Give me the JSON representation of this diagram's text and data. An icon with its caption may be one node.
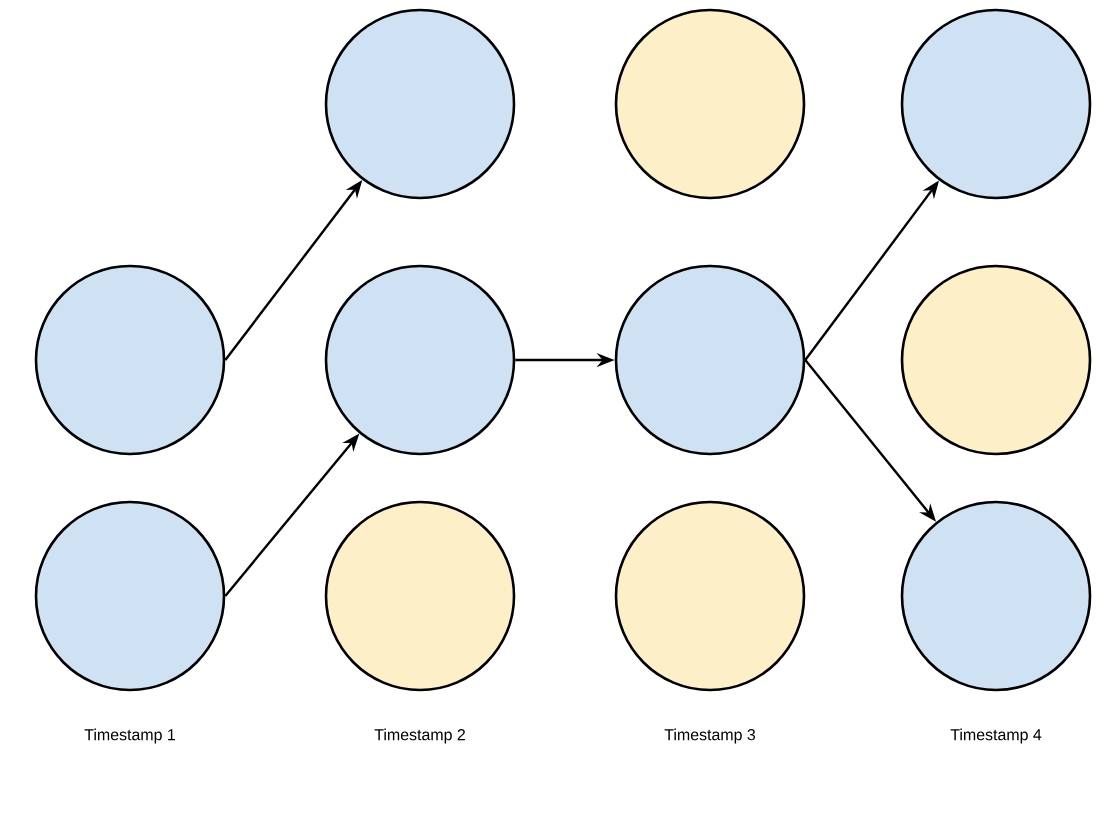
{
  "diagram": {
    "nodes": [
      {
        "text": [],
        "shape": "circle"
      },
      {
        "text": [],
        "shape": "circle"
      },
      {
        "text": [],
        "shape": "circle"
      },
      {
        "text": [],
        "shape": "circle"
      },
      {
        "text": [],
        "shape": "circle"
      },
      {
        "text": [],
        "shape": "circle"
      },
      {
        "text": [],
        "shape": "circle"
      },
      {
        "text": [],
        "shape": "circle"
      },
      {
        "text": [],
        "shape": "circle"
      },
      {
        "text": [],
        "shape": "circle"
      },
      {
        "text": [],
        "shape": "circle"
      }
    ],
    "edges": [
      {
        "from": 0,
        "to": 2,
        "arrow": "to"
      },
      {
        "from": 1,
        "to": 3,
        "arrow": "to"
      },
      {
        "from": 3,
        "to": 6,
        "arrow": "to"
      },
      {
        "from": 6,
        "to": 8,
        "arrow": "to"
      },
      {
        "from": 6,
        "to": 10,
        "arrow": "to"
      }
    ],
    "labels": [
      "Timestamp 1",
      "Timestamp 2",
      "Timestamp 3",
      "Timestamp 4"
    ]
  }
}
